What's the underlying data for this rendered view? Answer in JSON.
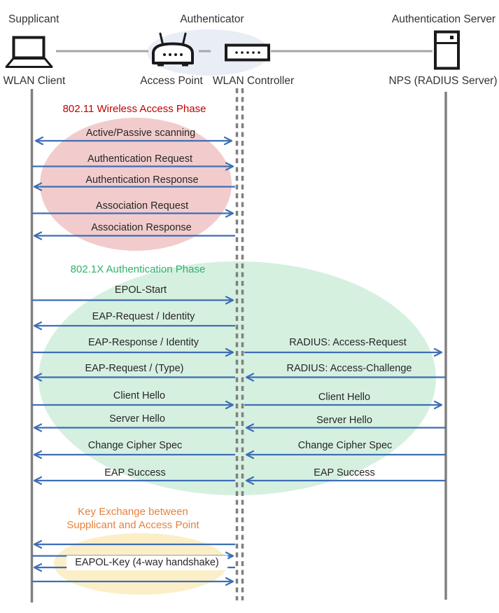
{
  "diagram": {
    "roles": {
      "supplicant": "Supplicant",
      "authenticator": "Authenticator",
      "authentication_server": "Authentication Server"
    },
    "nodes": {
      "wlan_client": {
        "label": "WLAN Client",
        "icon": "laptop-icon"
      },
      "access_point": {
        "label": "Access Point",
        "icon": "wireless-router-icon"
      },
      "wlan_controller": {
        "label": "WLAN Controller",
        "icon": "network-switch-icon"
      },
      "radius_server": {
        "label": "NPS (RADIUS Server)",
        "icon": "server-icon"
      }
    },
    "phases": [
      {
        "title": "802.11 Wireless Access Phase",
        "title_color": "#C00000",
        "bubble_color": "#F2CCCC"
      },
      {
        "title": "802.1X Authentication Phase",
        "title_color": "#2EB269",
        "bubble_color": "#D6F0E0"
      },
      {
        "title_line1": "Key Exchange between",
        "title_line2": "Supplicant and Access Point",
        "title_color": "#E8813C",
        "bubble_color": "#FCEFC8"
      }
    ],
    "authenticator_halo_color": "#E9EDF5",
    "messages_client_to_controller": [
      {
        "label": "Active/Passive scanning",
        "direction": "both"
      },
      {
        "label": "Authentication Request",
        "direction": "right"
      },
      {
        "label": "Authentication Response",
        "direction": "left"
      },
      {
        "label": "Association Request",
        "direction": "right"
      },
      {
        "label": "Association Response",
        "direction": "left"
      },
      {
        "label": "EPOL-Start",
        "direction": "right"
      },
      {
        "label": "EAP-Request / Identity",
        "direction": "left"
      },
      {
        "label": "EAP-Response / Identity",
        "direction": "right"
      },
      {
        "label": "EAP-Request / (Type)",
        "direction": "left"
      },
      {
        "label": "Client Hello",
        "direction": "right"
      },
      {
        "label": "Server Hello",
        "direction": "left"
      },
      {
        "label": "Change Cipher Spec",
        "direction": "left"
      },
      {
        "label": "EAP Success",
        "direction": "left"
      },
      {
        "label": "EAPOL-Key (4-way handshake)",
        "direction": "both"
      }
    ],
    "messages_controller_to_server": [
      {
        "label": "RADIUS: Access-Request",
        "direction": "right"
      },
      {
        "label": "RADIUS: Access-Challenge",
        "direction": "left"
      },
      {
        "label": "Client Hello",
        "direction": "right"
      },
      {
        "label": "Server Hello",
        "direction": "left"
      },
      {
        "label": "Change Cipher Spec",
        "direction": "left"
      },
      {
        "label": "EAP Success",
        "direction": "left"
      }
    ],
    "colors": {
      "arrow": "#3E6EB5",
      "lifeline": "#808080",
      "connector": "#A6A6A6",
      "text": "#262626"
    }
  }
}
